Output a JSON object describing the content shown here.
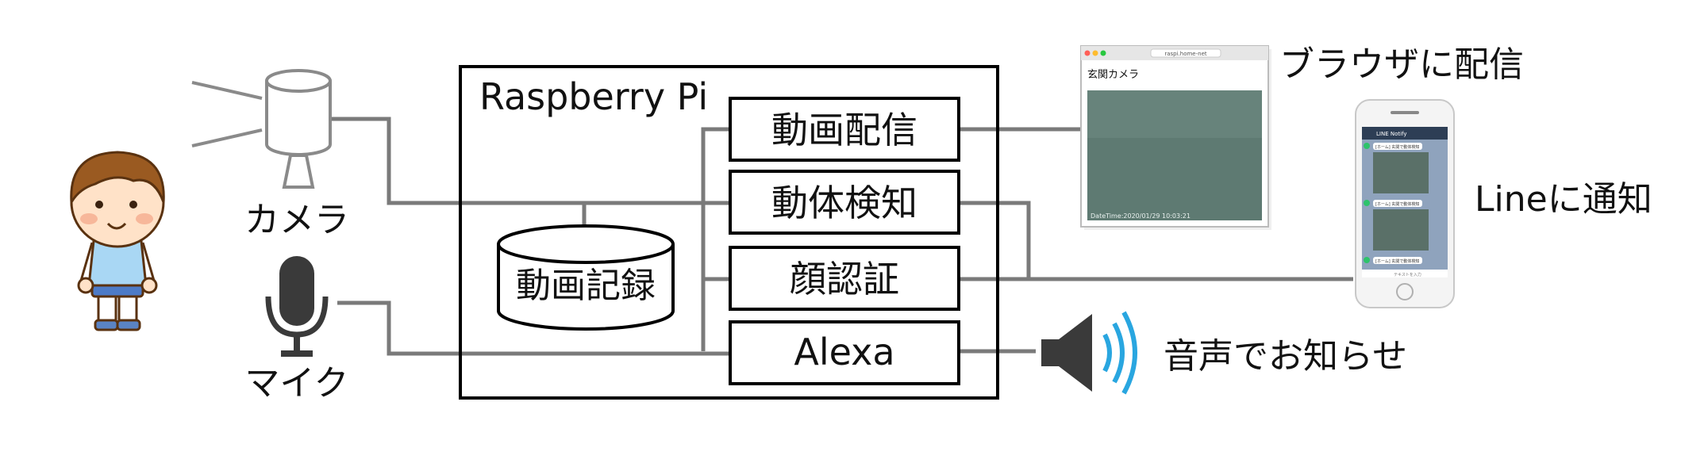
{
  "raspberry_pi_label": "Raspberry Pi",
  "modules": {
    "streaming": "動画配信",
    "motion_detection": "動体検知",
    "face_auth": "顔認証",
    "alexa": "Alexa"
  },
  "storage_label": "動画記録",
  "devices": {
    "camera": "カメラ",
    "mic": "マイク"
  },
  "outputs": {
    "browser": "ブラウザに配信",
    "line": "Lineに通知",
    "speaker": "音声でお知らせ"
  },
  "browser_window": {
    "url": "raspi.home-net",
    "page_title": "玄関カメラ",
    "timestamp": "DateTime:2020/01/29 10:03:21"
  },
  "phone": {
    "app_name": "LINE Notify",
    "message": "[ホーム] 玄関で動体検知",
    "input_placeholder": "テキストを入力"
  },
  "colors": {
    "line": "#7a7a7a",
    "speaker_wave": "#29a6e0",
    "browser_video": "#5e7a72",
    "line_header": "#2d3e55",
    "line_green": "#2ec36b",
    "child_shirt": "#a9d7f4",
    "child_hair": "#9a5a21"
  },
  "icons": [
    "child-icon",
    "camera-icon",
    "mic-icon",
    "speaker-icon",
    "browser-window-icon",
    "smartphone-icon"
  ]
}
